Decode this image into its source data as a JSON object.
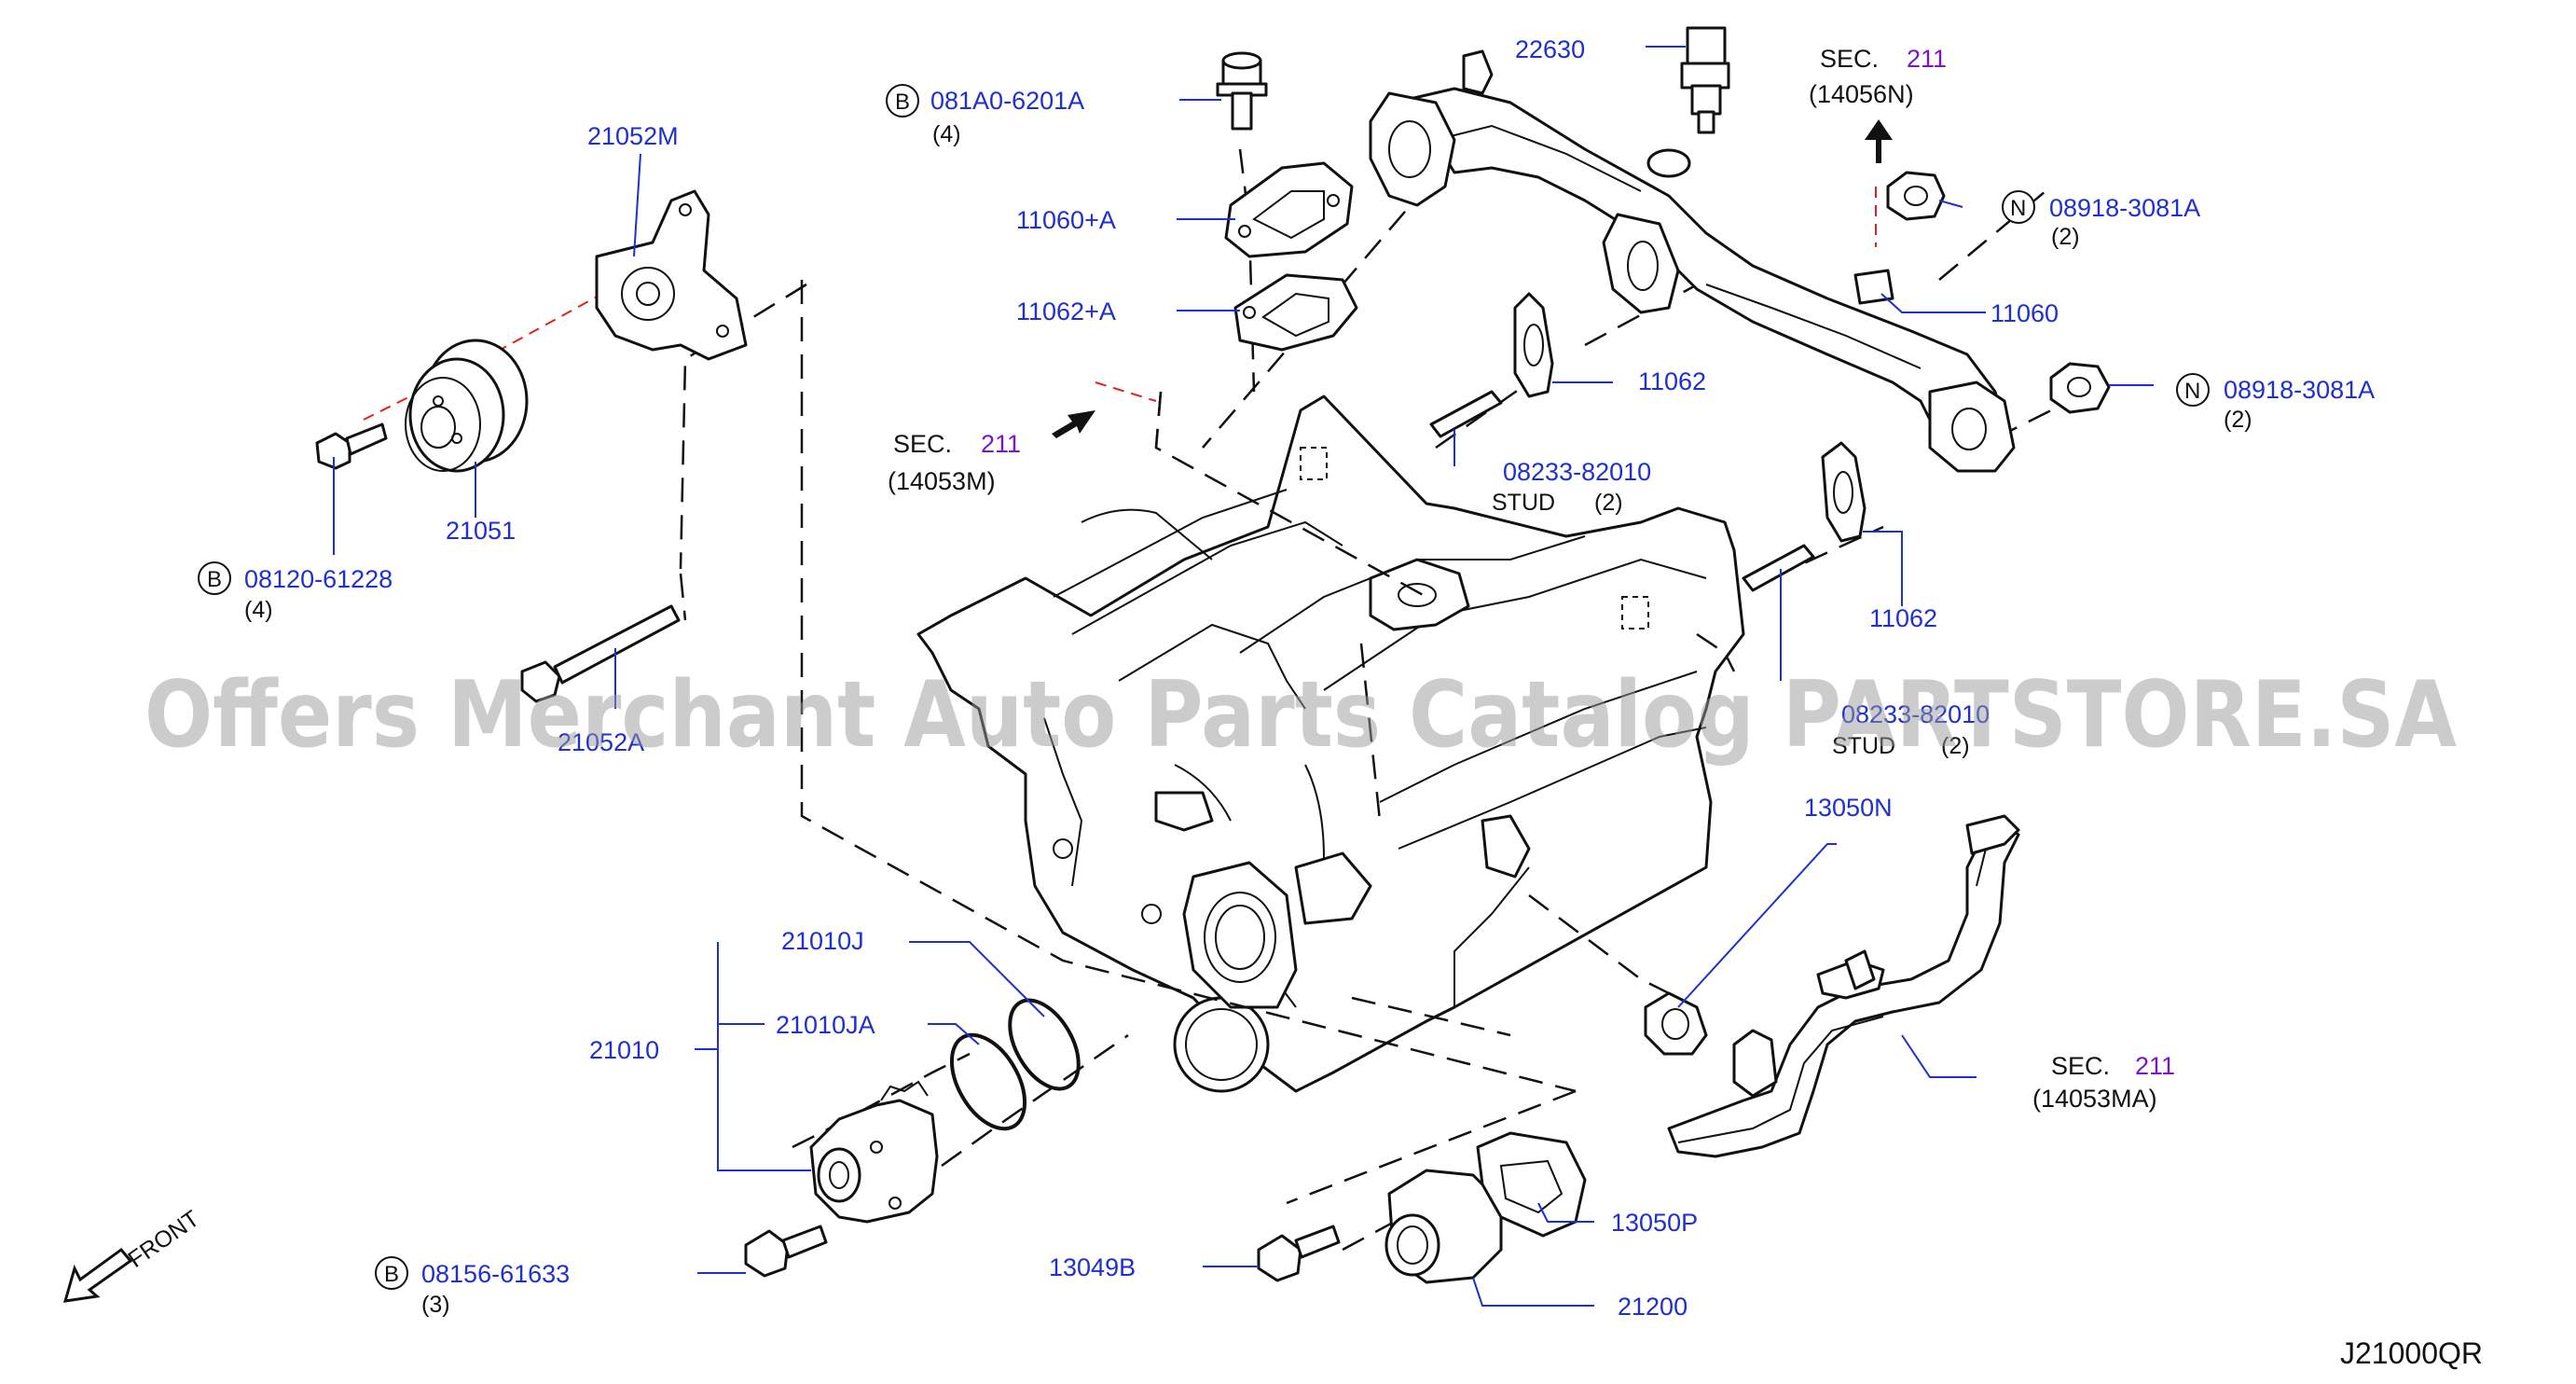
{
  "watermark": "Offers Merchant Auto Parts Catalog PARTSTORE.SA",
  "diagram_code": "J21000QR",
  "front_label": "FRONT",
  "colors": {
    "label": "#1f2fd0",
    "section_number": "#7a16c9",
    "guide_line": "#e0221e",
    "watermark": "#9a9a9a"
  },
  "parts": {
    "p22630": "22630",
    "p081A0": {
      "prefix": "B",
      "number": "081A0-6201A",
      "qty": "(4)"
    },
    "p11060A": "11060+A",
    "p11062A": "11062+A",
    "p21052M": "21052M",
    "p21051": "21051",
    "p08120": {
      "prefix": "B",
      "number": "08120-61228",
      "qty": "(4)"
    },
    "p21052A": "21052A",
    "p11062_upper": "11062",
    "p08233_upper": {
      "number": "08233-82010",
      "stud": "STUD",
      "qty": "(2)"
    },
    "p11062_lower": "11062",
    "p08233_lower": {
      "number": "08233-82010",
      "stud": "STUD",
      "qty": "(2)"
    },
    "p08918_upper": {
      "prefix": "N",
      "number": "08918-3081A",
      "qty": "(2)"
    },
    "p11060": "11060",
    "p08918_lower": {
      "prefix": "N",
      "number": "08918-3081A",
      "qty": "(2)"
    },
    "p13050N": "13050N",
    "p21010": "21010",
    "p21010J": "21010J",
    "p21010JA": "21010JA",
    "p08156": {
      "prefix": "B",
      "number": "08156-61633",
      "qty": "(3)"
    },
    "p13049B": "13049B",
    "p13050P": "13050P",
    "p21200": "21200"
  },
  "sections": {
    "top_right": {
      "sec": "SEC.",
      "num": "211",
      "ref": "(14056N)"
    },
    "left": {
      "sec": "SEC.",
      "num": "211",
      "ref": "(14053M)"
    },
    "bottom_right": {
      "sec": "SEC.",
      "num": "211",
      "ref": "(14053MA)"
    }
  }
}
